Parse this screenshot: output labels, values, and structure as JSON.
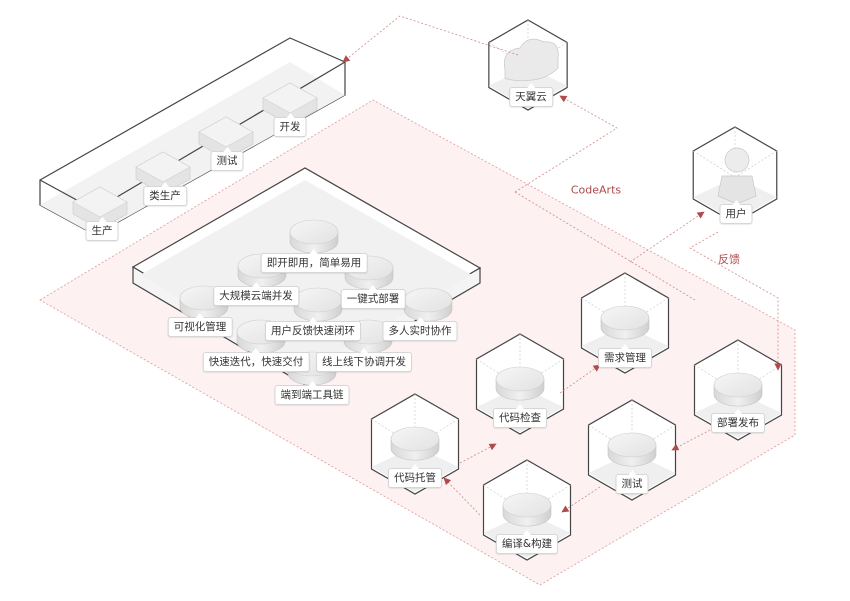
{
  "title": "CodeArts",
  "colors": {
    "accent": "#b14a4a",
    "platform_fill": "#fdf1f1",
    "box_stroke": "#444444",
    "label_border": "#d6d6d6"
  },
  "legacy_flow": {
    "items": [
      "开发",
      "测试",
      "类生产",
      "生产"
    ]
  },
  "cloud": {
    "label": "天翼云"
  },
  "user": {
    "label": "用户"
  },
  "feedback": {
    "label": "反馈"
  },
  "platform": {
    "label": "CodeArts"
  },
  "features": {
    "items": [
      "即开即用，简单易用",
      "大规模云端并发",
      "一键式部署",
      "可视化管理",
      "用户反馈快速闭环",
      "多人实时协作",
      "快速迭代，快速交付",
      "线上线下协调开发",
      "端到端工具链"
    ]
  },
  "pipeline": {
    "stages": [
      "需求管理",
      "代码检查",
      "代码托管",
      "编译&构建",
      "测试",
      "部署发布"
    ]
  }
}
